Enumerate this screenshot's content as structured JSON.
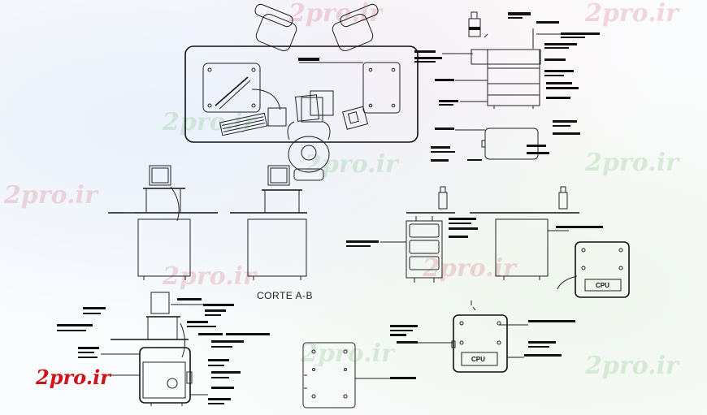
{
  "watermark": {
    "text": "2pro.ir",
    "color_red": "#d67882",
    "color_green": "#78be78"
  },
  "brand": {
    "text": "2pro.ir",
    "color": "#d0121b"
  },
  "section": {
    "title": "CORTE A-B"
  },
  "cpu_boxes": {
    "label_1": "CPU",
    "label_2": "CPU"
  },
  "colors": {
    "line": "#222222",
    "annotation_bar": "#111111",
    "background": "#fbfcfd"
  }
}
